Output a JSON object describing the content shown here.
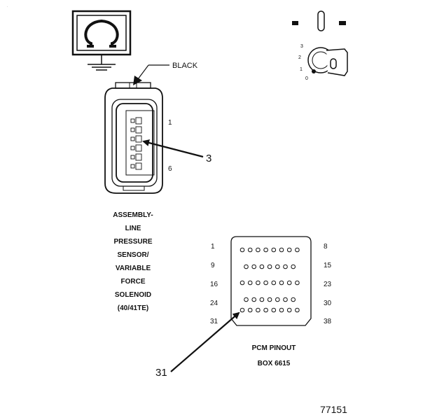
{
  "ohmmeter": {
    "symbol": "Ω",
    "connector_color_label": "BLACK"
  },
  "ignition_switch": {
    "positions": [
      "3",
      "2",
      "1",
      "0"
    ]
  },
  "sensor_connector": {
    "pin_first": "1",
    "pin_last": "6",
    "callout": "3",
    "title_lines": [
      "ASSEMBLY-",
      "LINE",
      "PRESSURE",
      "SENSOR/",
      "VARIABLE",
      "FORCE",
      "SOLENOID",
      "(40/41TE)"
    ]
  },
  "pcm_pinout": {
    "left_labels": [
      "1",
      "9",
      "16",
      "24",
      "31"
    ],
    "right_labels": [
      "8",
      "15",
      "23",
      "30",
      "38"
    ],
    "row_pin_counts": [
      8,
      7,
      8,
      7,
      8
    ],
    "callout": "31",
    "caption_lines": [
      "PCM PINOUT",
      "BOX 6615"
    ]
  },
  "figure_number": "77151",
  "colors": {
    "ink": "#111111",
    "background": "#ffffff"
  }
}
